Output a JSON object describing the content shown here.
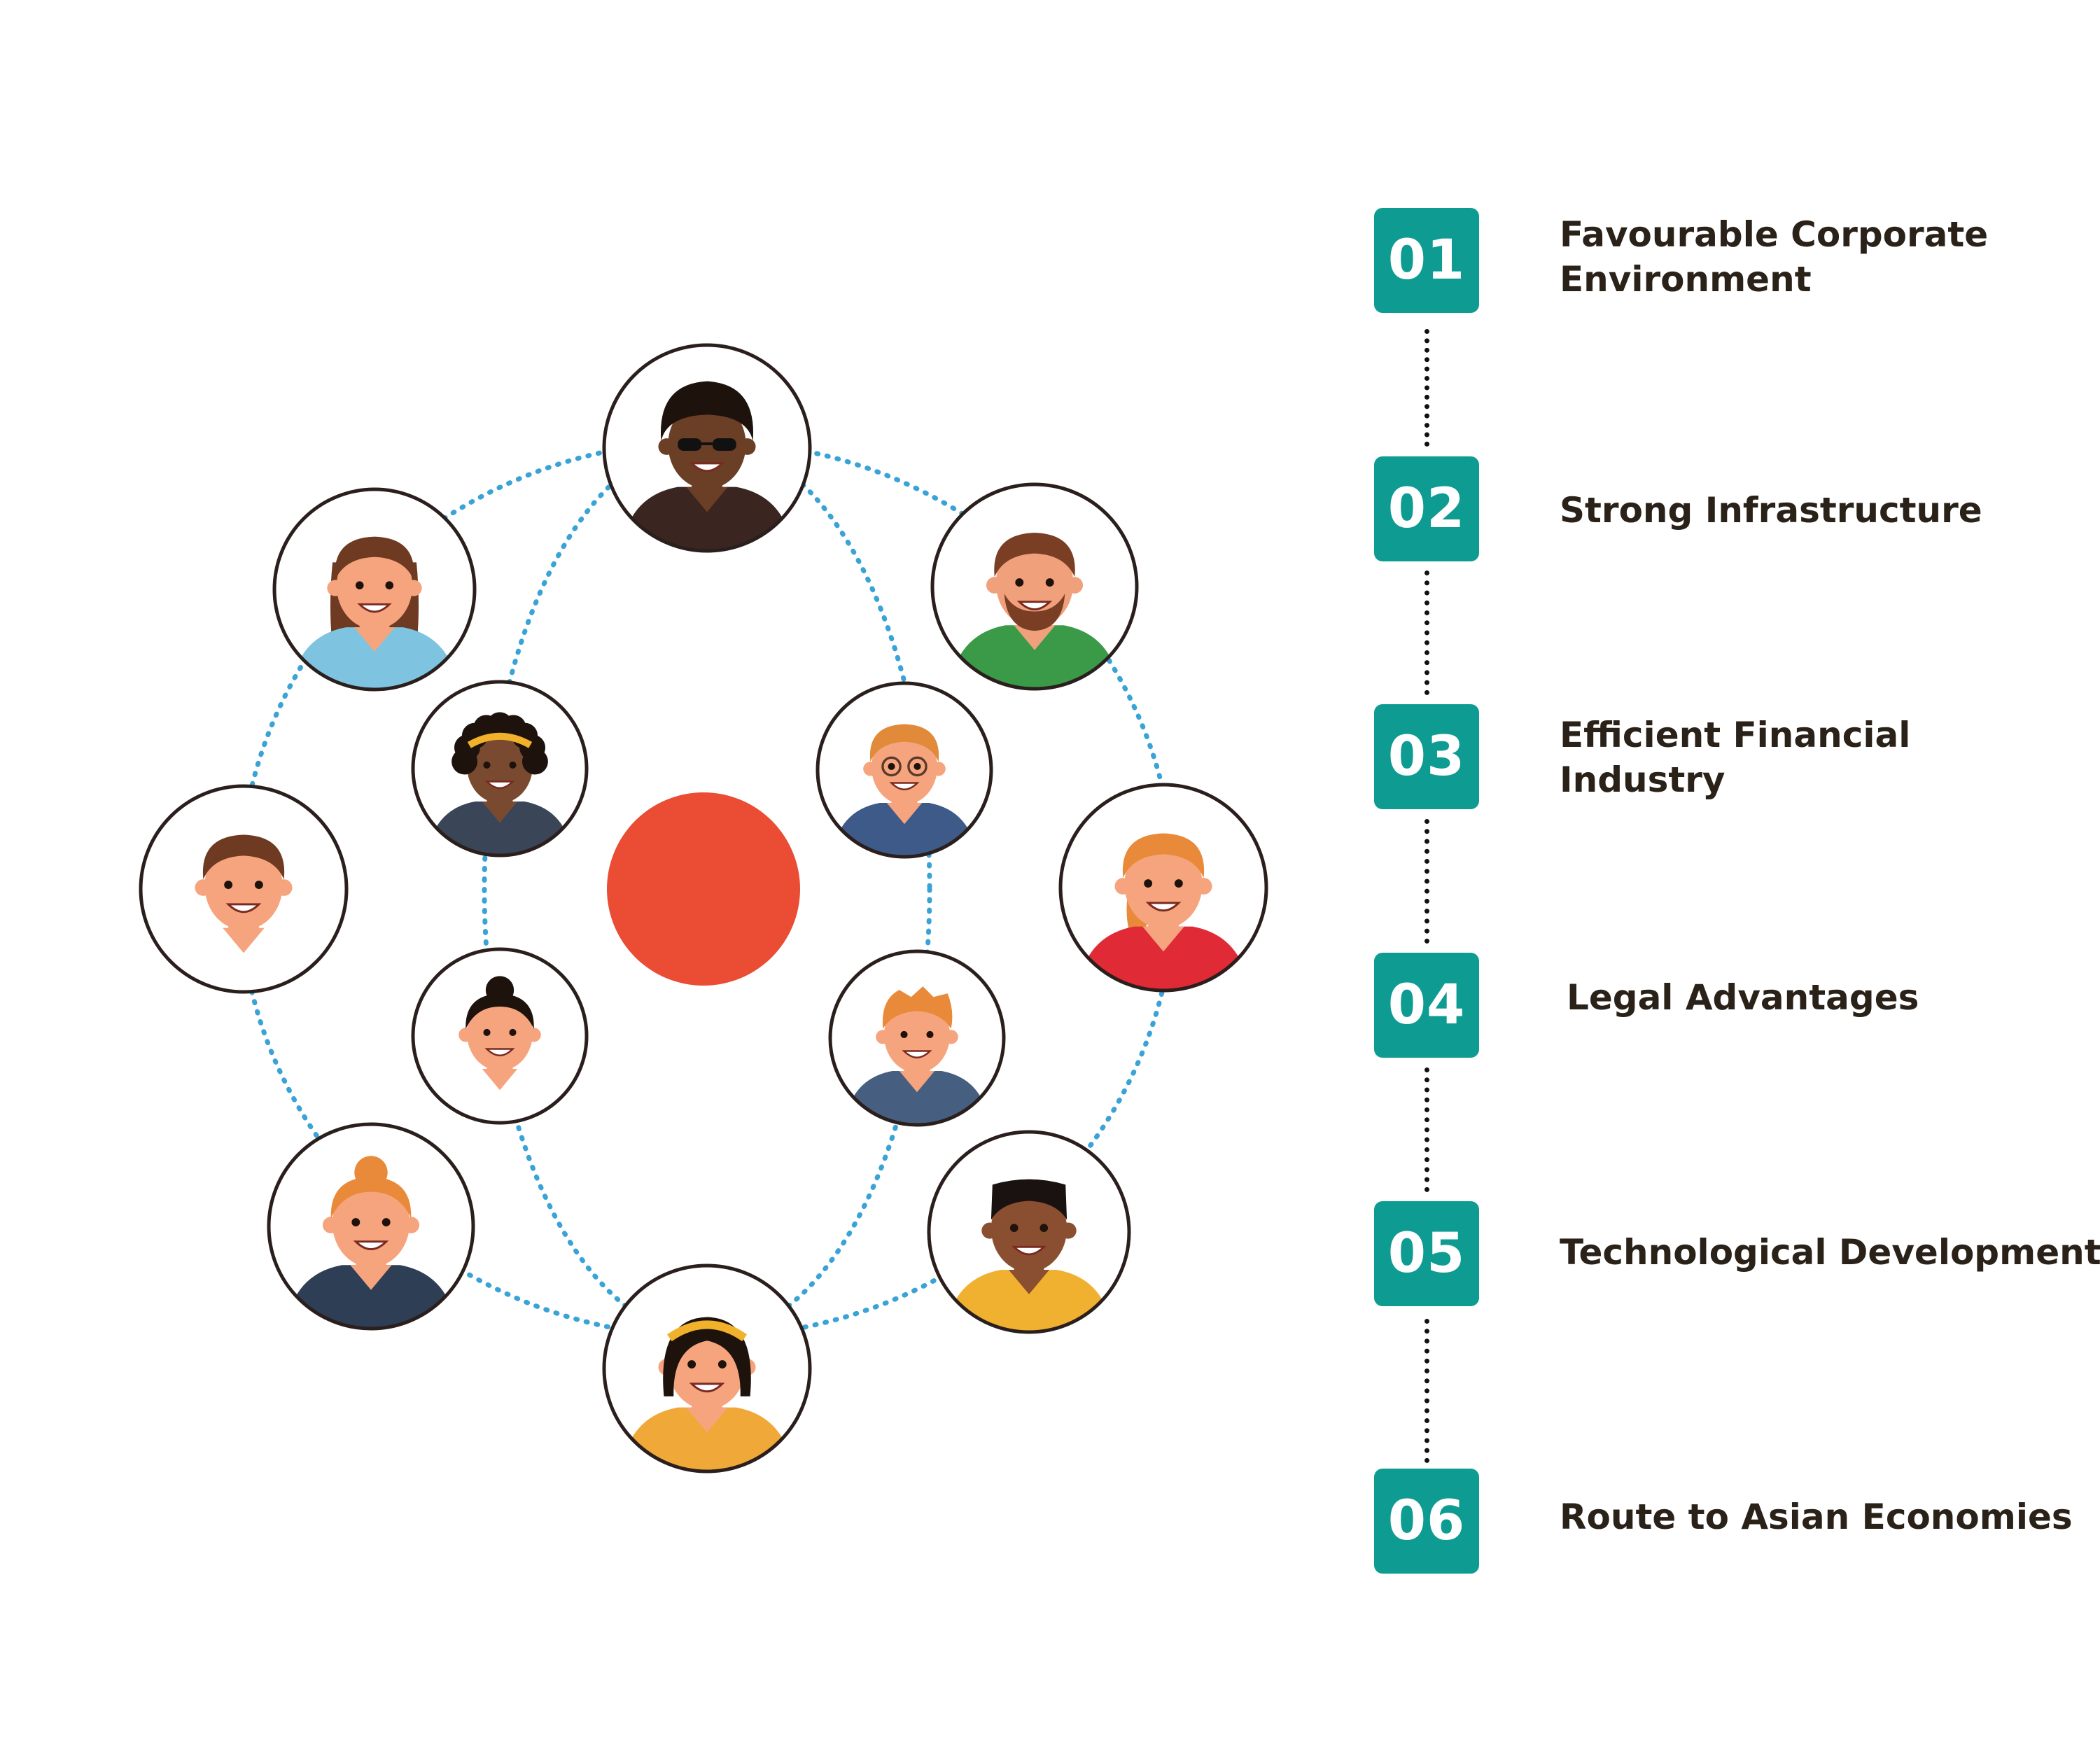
{
  "colors": {
    "badge": "#0e9c92",
    "center": "#ea4c34",
    "ring": "#3aa3d6",
    "outline": "#2a1f1d",
    "label": "#2a2119"
  },
  "avatars": [
    {
      "id": "top",
      "icon": "man-sunglasses-avatar-icon",
      "skin": "#6b3e26",
      "hair": "#1d120c",
      "shirt": "#3a2520",
      "hairStyle": "afro"
    },
    {
      "id": "top-right",
      "icon": "bearded-man-avatar-icon",
      "skin": "#f0a07a",
      "hair": "#7a3e25",
      "shirt": "#3a9a48",
      "hairStyle": "short"
    },
    {
      "id": "right",
      "icon": "woman-red-top-avatar-icon",
      "skin": "#f6a47e",
      "hair": "#e88a3a",
      "shirt": "#e02a36",
      "hairStyle": "ponytail"
    },
    {
      "id": "bottom-right",
      "icon": "man-yellow-tank-avatar-icon",
      "skin": "#8a4e30",
      "hair": "#1a1210",
      "shirt": "#f0b030",
      "hairStyle": "flat"
    },
    {
      "id": "bottom",
      "icon": "woman-headband-avatar-icon",
      "skin": "#f6a47e",
      "hair": "#1d120c",
      "shirt": "#f0a838",
      "hairStyle": "bob"
    },
    {
      "id": "bottom-left",
      "icon": "woman-bun-avatar-icon",
      "skin": "#f6a47e",
      "hair": "#e88a3a",
      "shirt": "#2e3e55",
      "hairStyle": "bun"
    },
    {
      "id": "left",
      "icon": "smiling-man-avatar-icon",
      "skin": "#f6a47e",
      "hair": "#6e3a22",
      "shirt": "#ffffff",
      "hairStyle": "short"
    },
    {
      "id": "top-left",
      "icon": "woman-long-hair-avatar-icon",
      "skin": "#f6a47e",
      "hair": "#6e3a22",
      "shirt": "#7ec4e0",
      "hairStyle": "long"
    },
    {
      "id": "inner-top-left",
      "icon": "woman-curly-hair-avatar-icon",
      "skin": "#7a4a30",
      "hair": "#1d120c",
      "shirt": "#3a4658",
      "hairStyle": "curly"
    },
    {
      "id": "inner-top-right",
      "icon": "man-glasses-suit-avatar-icon",
      "skin": "#f6a47e",
      "hair": "#e08a3a",
      "shirt": "#3e5a88",
      "hairStyle": "short"
    },
    {
      "id": "inner-bottom-right",
      "icon": "young-man-avatar-icon",
      "skin": "#f6a47e",
      "hair": "#e88a3a",
      "shirt": "#465e80",
      "hairStyle": "spiky"
    },
    {
      "id": "inner-bottom-left",
      "icon": "woman-top-knot-avatar-icon",
      "skin": "#f6a47e",
      "hair": "#1d120c",
      "shirt": "#ffffff",
      "hairStyle": "topknot"
    }
  ],
  "steps": [
    {
      "number": "01",
      "label": "Favourable Corporate Environment"
    },
    {
      "number": "02",
      "label": "Strong Infrastructure"
    },
    {
      "number": "03",
      "label": "Efficient Financial Industry"
    },
    {
      "number": "04",
      "label": "Legal Advantages"
    },
    {
      "number": "05",
      "label": "Technological Development"
    },
    {
      "number": "06",
      "label": "Route to Asian Economies"
    }
  ]
}
